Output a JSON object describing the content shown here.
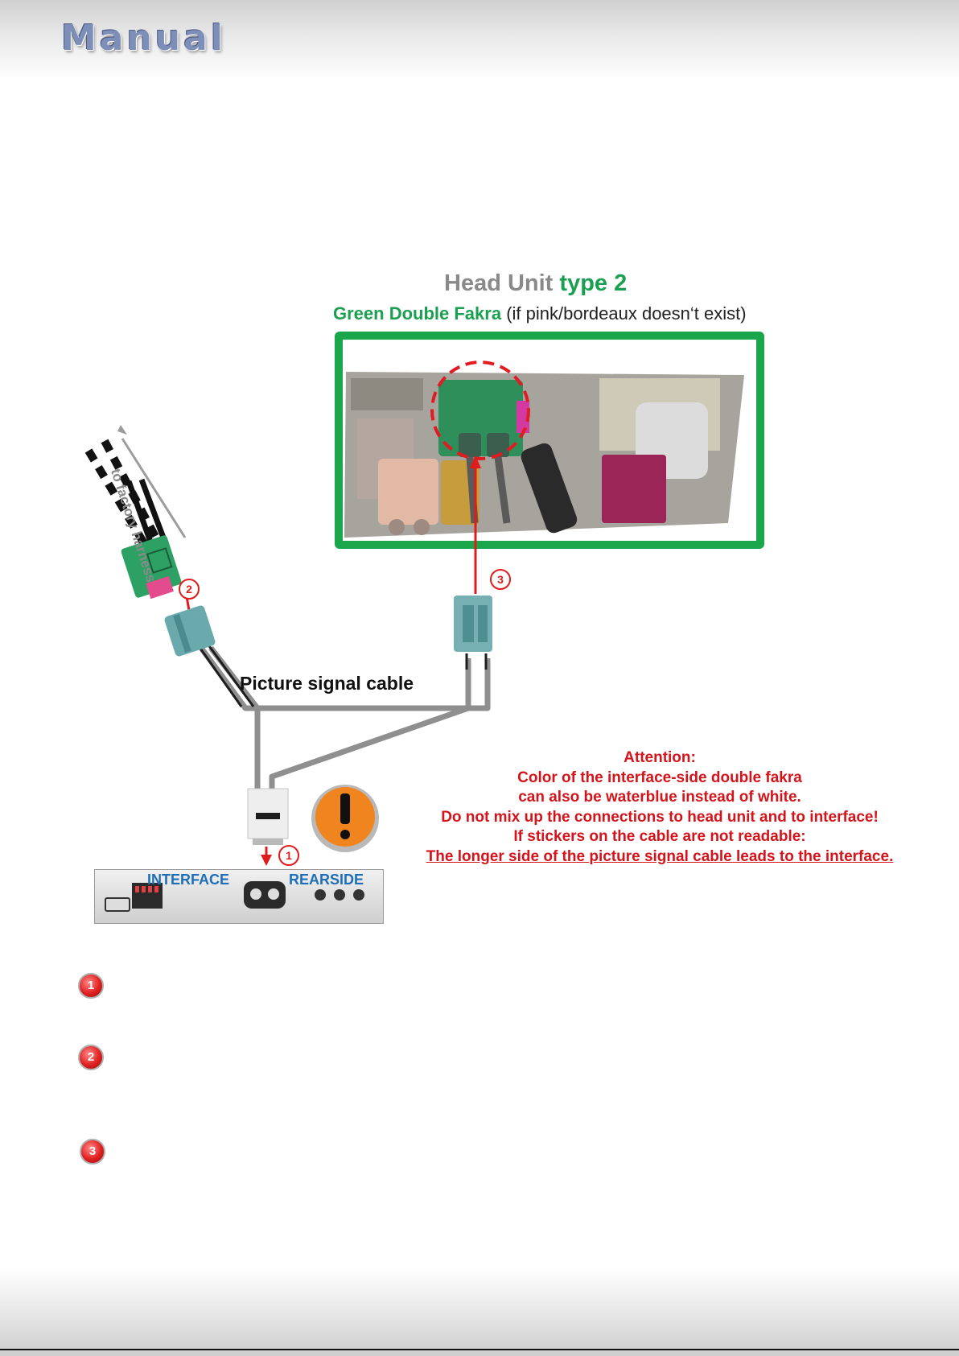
{
  "header": {
    "brand": "Manual"
  },
  "title": {
    "part1": "Head Unit",
    "part2": "type 2"
  },
  "subtitle": {
    "main": "Green Double Fakra",
    "note": "(if pink/bordeaux  doesn‘t exist)"
  },
  "harness_label": "to factory harness",
  "cable_label": "Picture signal cable",
  "interface": {
    "label_left": "INTERFACE",
    "label_right": "REARSIDE"
  },
  "attention": {
    "line1": "Attention:",
    "line2": "Color of the interface-side double fakra",
    "line3": "can also be waterblue instead of white.",
    "line4": "Do not mix up the connections to head unit and to interface!",
    "line5": "If stickers on the cable are not readable:",
    "line6": "The longer side of the picture signal cable leads to the interface."
  },
  "markers": {
    "m1": "1",
    "m2": "2",
    "m3": "3"
  },
  "steps": [
    {
      "num": "1"
    },
    {
      "num": "2"
    },
    {
      "num": "3"
    }
  ],
  "colors": {
    "accent_red": "#d4141a",
    "green": "#1aa74b",
    "interface_blue": "#1e6fb8",
    "brand": "#7d8fb8"
  }
}
